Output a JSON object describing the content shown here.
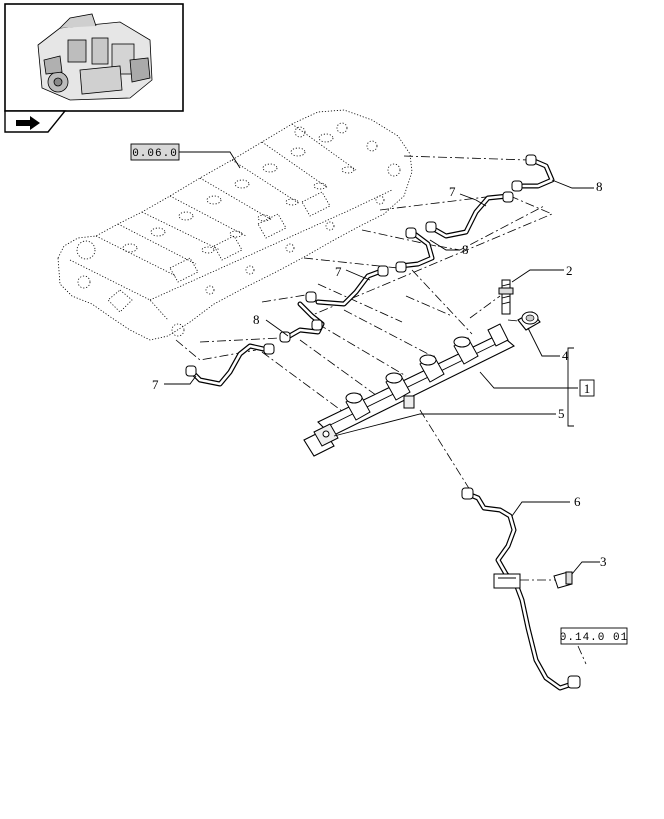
{
  "thumbnail": {
    "icon": "engine-thumbnail",
    "nav_icon": "next-arrow-icon"
  },
  "references": {
    "ref_top": "0.06.0",
    "ref_bottom": "0.14.0 01"
  },
  "callouts": {
    "c1": "1",
    "c2": "2",
    "c3": "3",
    "c4": "4",
    "c5": "5",
    "c6": "6",
    "c7a": "7",
    "c7b": "7",
    "c7c": "7",
    "c8a": "8",
    "c8b": "8",
    "c8c": "8"
  }
}
